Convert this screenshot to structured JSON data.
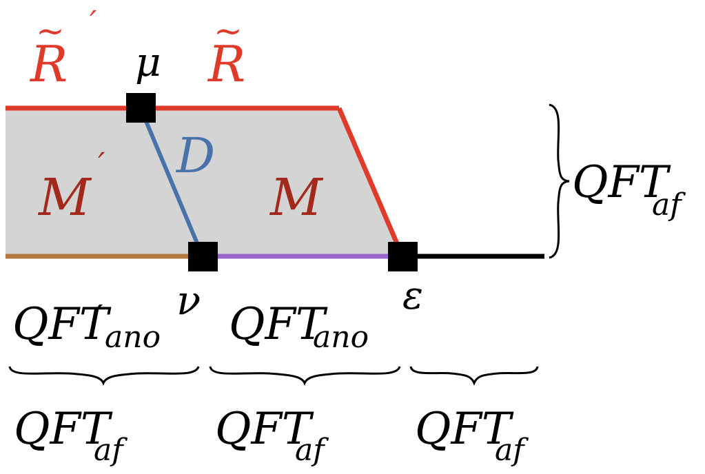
{
  "colors": {
    "slab_fill": "#d4d4d4",
    "red": "#e03a2a",
    "dark_red": "#a4291d",
    "blue": "#4a72aa",
    "brown": "#b27a3f",
    "purple": "#9966cc",
    "black": "#000000"
  },
  "labels": {
    "r_tilde_prime": {
      "base": "R",
      "accent": "~",
      "prime": "′"
    },
    "r_tilde": {
      "base": "R",
      "accent": "~"
    },
    "mu": "μ",
    "nu": "ν",
    "epsilon": "ε",
    "d_defect": "D",
    "m_prime": {
      "base": "M",
      "prime": "′"
    },
    "m": "M"
  },
  "qft_right": {
    "base": "QFT",
    "sub": "af"
  },
  "top_row": [
    {
      "base": "QFT",
      "prime": "′",
      "sub": "ano"
    },
    {
      "base": "QFT",
      "sub": "ano"
    }
  ],
  "bottom_row": [
    {
      "base": "QFT",
      "sub": "af"
    },
    {
      "base": "QFT",
      "sub": "af"
    },
    {
      "base": "QFT",
      "sub": "af"
    }
  ]
}
